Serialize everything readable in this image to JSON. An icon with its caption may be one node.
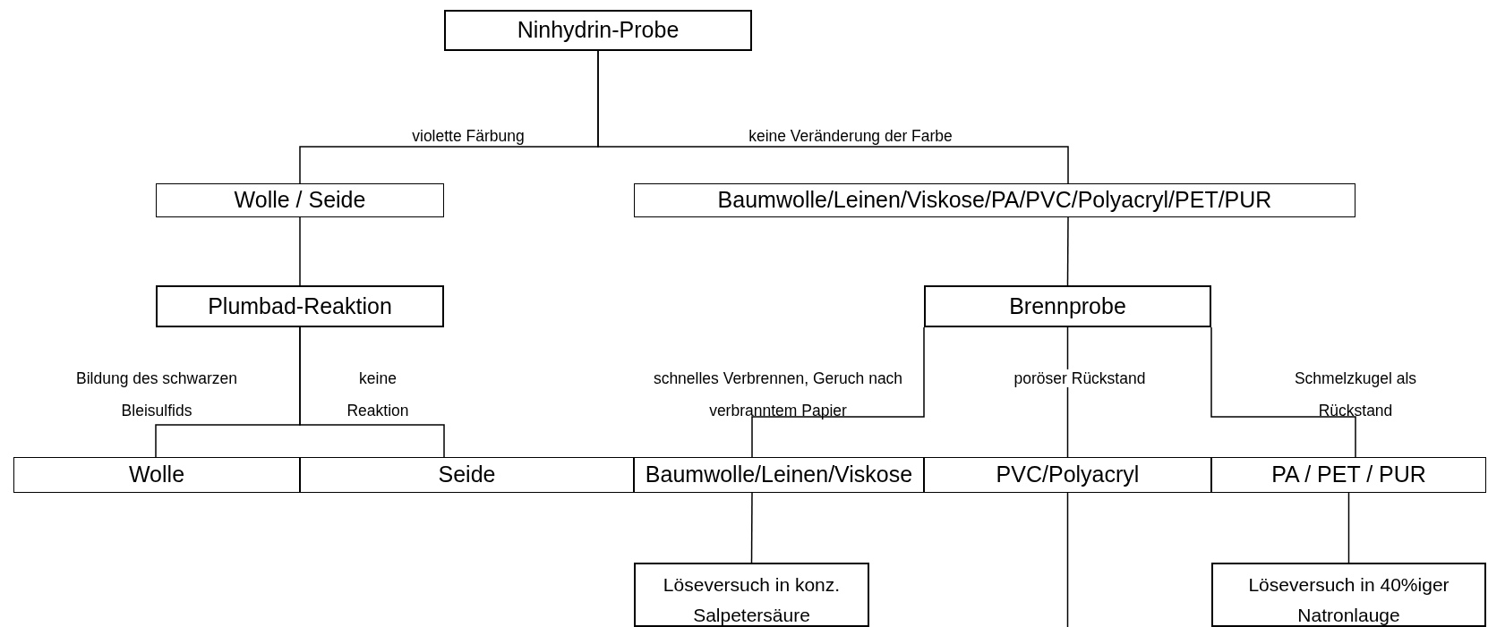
{
  "diagram": {
    "nodes": [
      {
        "text": [
          "Ninhydrin-Probe"
        ]
      },
      {
        "text": [
          "Wolle / Seide"
        ]
      },
      {
        "text": [
          "Baumwolle/Leinen/Viskose/PA/PVC/Polyacryl/PET/PUR"
        ]
      },
      {
        "text": [
          "Plumbad-Reaktion"
        ]
      },
      {
        "text": [
          "Brennprobe"
        ]
      },
      {
        "text": [
          "Wolle"
        ]
      },
      {
        "text": [
          "Seide"
        ]
      },
      {
        "text": [
          "Baumwolle/Leinen/Viskose"
        ]
      },
      {
        "text": [
          "PVC/Polyacryl"
        ]
      },
      {
        "text": [
          "PA / PET / PUR"
        ]
      },
      {
        "text": [
          "Löseversuch in konz. Salpetersäure"
        ]
      },
      {
        "text": [
          "Löseversuch in 40%iger Natronlauge"
        ]
      }
    ],
    "edges": [
      {
        "from": 0,
        "to": 1,
        "arrow": "none",
        "label": "violette Färbung"
      },
      {
        "from": 0,
        "to": 2,
        "arrow": "none",
        "label": "keine Veränderung der Farbe"
      },
      {
        "from": 1,
        "to": 3,
        "arrow": "none"
      },
      {
        "from": 2,
        "to": 4,
        "arrow": "none"
      },
      {
        "from": 3,
        "to": 5,
        "arrow": "none",
        "label": "Bildung des schwarzen Bleisulfids"
      },
      {
        "from": 3,
        "to": 6,
        "arrow": "none",
        "label": "keine Reaktion"
      },
      {
        "from": 4,
        "to": 7,
        "arrow": "none",
        "label": "schnelles Verbrennen, Geruch nach verbranntem Papier"
      },
      {
        "from": 4,
        "to": 8,
        "arrow": "none",
        "label": "poröser Rückstand"
      },
      {
        "from": 4,
        "to": 9,
        "arrow": "none",
        "label": "Schmelzkugel als Rückstand"
      },
      {
        "from": 7,
        "to": 10,
        "arrow": "none"
      },
      {
        "from": 9,
        "to": 11,
        "arrow": "none"
      },
      {
        "from": 8,
        "to": null,
        "arrow": "none"
      }
    ]
  }
}
